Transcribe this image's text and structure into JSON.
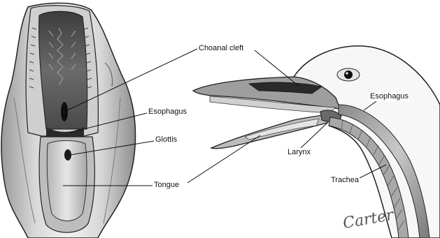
{
  "labels": {
    "choanal_cleft": "Choanal cleft",
    "esophagus_left": "Esophagus",
    "glottis": "Glottis",
    "tongue": "Tongue",
    "esophagus_right": "Esophagus",
    "larynx": "Larynx",
    "trachea": "Trachea"
  },
  "signature": "Carter"
}
